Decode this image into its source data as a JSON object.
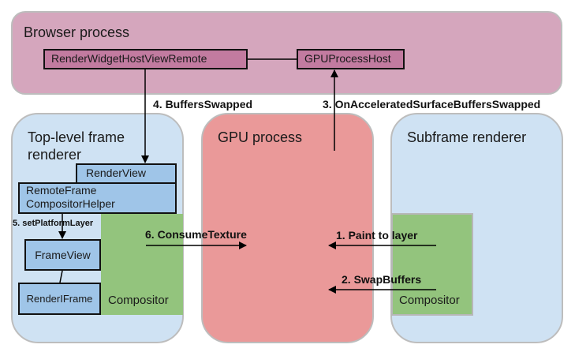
{
  "regions": {
    "browser": {
      "title": "Browser process",
      "color": "#d5a6bd"
    },
    "top_level_renderer": {
      "title_line1": "Top-level frame",
      "title_line2": "renderer",
      "color": "#cfe2f3"
    },
    "gpu": {
      "title": "GPU process",
      "color": "#ea9999"
    },
    "subframe_renderer": {
      "title": "Subframe renderer",
      "color": "#cfe2f3"
    }
  },
  "boxes": {
    "render_widget_host_view_remote": "RenderWidgetHostViewRemote",
    "gpu_process_host": "GPUProcessHost",
    "render_view": "RenderView",
    "remote_frame_compositor_helper_line1": "RemoteFrame",
    "remote_frame_compositor_helper_line2": "CompositorHelper",
    "frame_view": "FrameView",
    "render_iframe": "RenderIFrame",
    "compositor_top": "Compositor",
    "compositor_sub": "Compositor"
  },
  "edges": {
    "step1": "1. Paint to layer",
    "step2": "2. SwapBuffers",
    "step3": "3. OnAcceleratedSurfaceBuffersSwapped",
    "step4": "4. BuffersSwapped",
    "step5": "5. setPlatformLayer",
    "step6": "6. ConsumeTexture"
  },
  "colors": {
    "process_box": "#c27ba0",
    "renderer_box": "#9fc5e8",
    "compositor": "#93c47d"
  }
}
